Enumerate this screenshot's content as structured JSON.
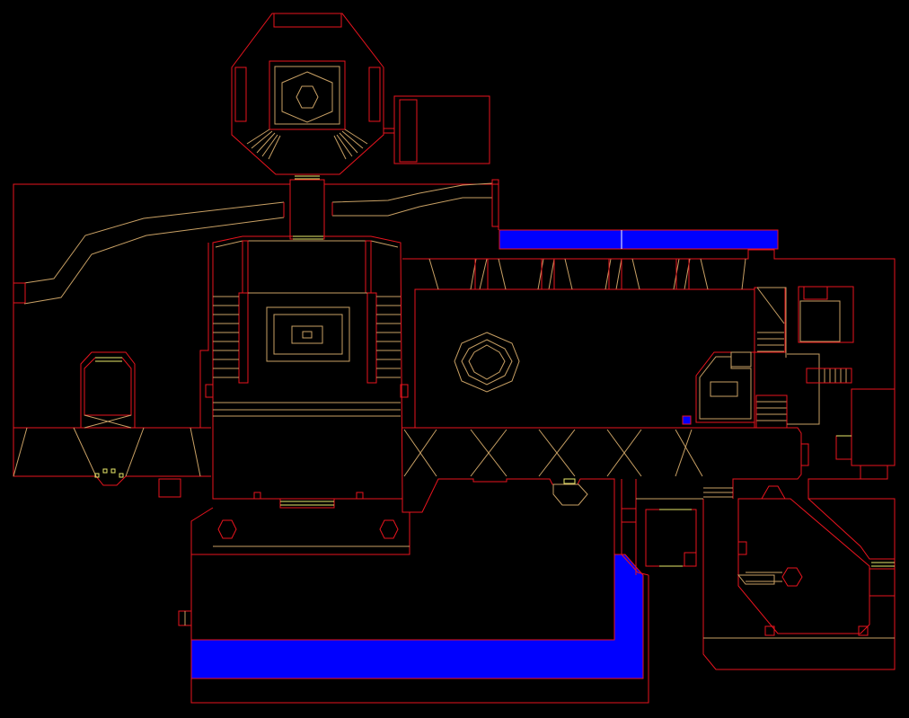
{
  "map": {
    "view": "automap",
    "background_color": "#000000",
    "colors": {
      "one_sided_wall": "#e8141e",
      "height_change": "#c8a064",
      "ceiling_change": "#e8e86a",
      "special_line": "#ffff44",
      "teleporter": "#ffffff",
      "liquid": "#0000ff"
    },
    "regions": [
      "octagonal-chamber",
      "east-annex",
      "west-corridor",
      "central-stair-hall",
      "north-liquid-channel",
      "grand-hall",
      "east-wing",
      "south-courtyard",
      "south-liquid-pool",
      "small-storage-room",
      "southeast-room"
    ]
  }
}
